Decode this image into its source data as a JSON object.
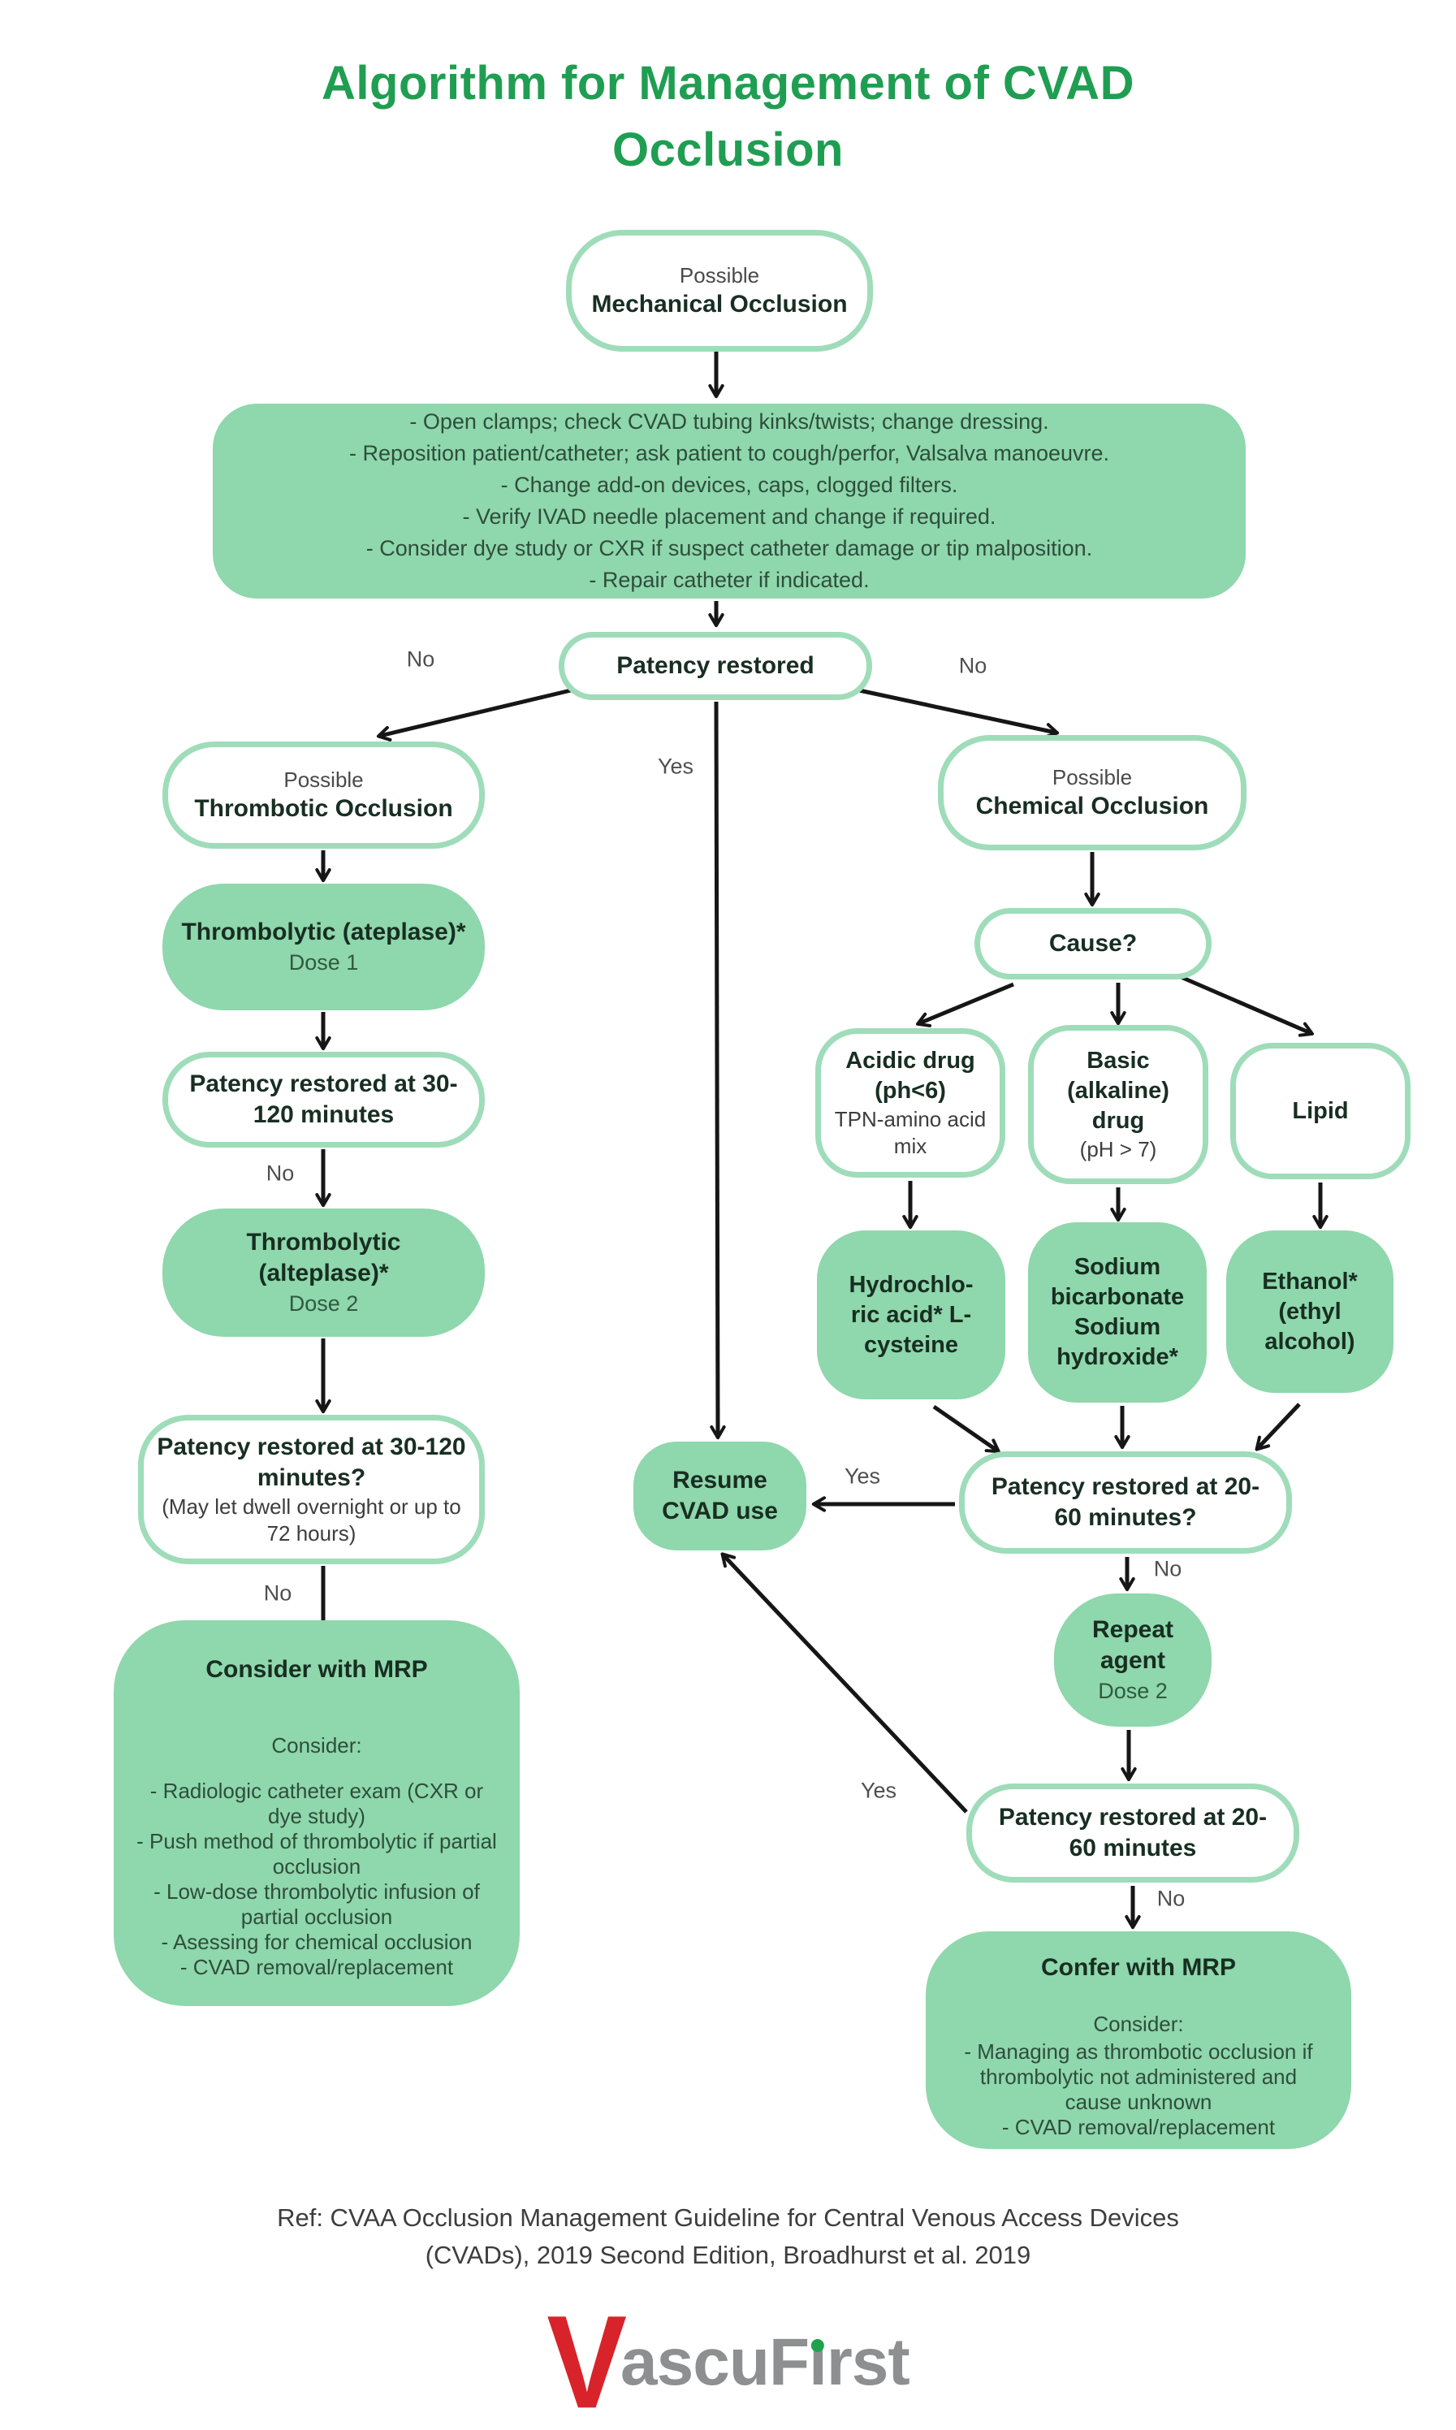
{
  "title": "Algorithm for Management of CVAD Occlusion",
  "labels": {
    "yes": "Yes",
    "no": "No"
  },
  "nodes": {
    "mechanical": {
      "pre": "Possible",
      "main": "Mechanical Occlusion"
    },
    "actions": {
      "items": [
        "- Open clamps; check CVAD tubing kinks/twists; change dressing.",
        "- Reposition patient/catheter; ask patient to cough/perfor, Valsalva manoeuvre.",
        "- Change add-on devices, caps, clogged filters.",
        "- Verify IVAD needle placement and change if required.",
        "- Consider dye study or CXR if suspect catheter damage or tip malposition.",
        "- Repair catheter if indicated."
      ]
    },
    "patency_restored": {
      "main": "Patency restored"
    },
    "thrombotic": {
      "pre": "Possible",
      "main": "Thrombotic Occlusion"
    },
    "chemical": {
      "pre": "Possible",
      "main": "Chemical Occlusion"
    },
    "thrombolytic_dose1": {
      "main": "Thrombolytic (ateplase)*",
      "sub": "Dose 1"
    },
    "patency_30_120": {
      "main": "Patency restored at 30-120 minutes"
    },
    "thrombolytic_dose2": {
      "main": "Thrombolytic (alteplase)*",
      "sub": "Dose 2"
    },
    "patency_30_120_q": {
      "main": "Patency restored at 30-120 minutes?",
      "sub": "(May let dwell overnight or up to 72 hours)"
    },
    "consider_mrp": {
      "title": "Consider with MRP",
      "intro": "Consider:",
      "items": [
        "- Radiologic catheter exam (CXR or dye study)",
        "- Push method of thrombolytic if partial occlusion",
        "- Low-dose thrombolytic infusion of partial occlusion",
        "- Asessing for chemical occlusion",
        "- CVAD removal/replacement"
      ]
    },
    "cause": {
      "main": "Cause?"
    },
    "acidic": {
      "main": "Acidic drug (ph<6)",
      "sub": "TPN-amino acid mix"
    },
    "basic": {
      "lines": [
        "Basic",
        "(alkaline)",
        "drug"
      ],
      "sub": "(pH > 7)"
    },
    "lipid": {
      "main": "Lipid"
    },
    "hydrochloric": {
      "lines": [
        "Hydrochlo-",
        "ric acid* L-",
        "cysteine"
      ]
    },
    "sodium_bicarb": {
      "lines": [
        "Sodium",
        "bicarbonate",
        "Sodium",
        "hydroxide*"
      ]
    },
    "ethanol": {
      "lines": [
        "Ethanol*",
        "(ethyl",
        "alcohol)"
      ]
    },
    "resume": {
      "main": "Resume CVAD use"
    },
    "patency_20_60_q": {
      "main": "Patency restored at 20-60 minutes?"
    },
    "repeat_agent": {
      "main": "Repeat agent",
      "sub": "Dose 2"
    },
    "patency_20_60": {
      "main": "Patency restored at 20-60 minutes"
    },
    "confer_mrp": {
      "title": "Confer with MRP",
      "intro": "Consider:",
      "items": [
        "- Managing as thrombotic occlusion if thrombolytic not administered and cause unknown",
        "- CVAD removal/replacement"
      ]
    }
  },
  "footer": {
    "reference": "Ref: CVAA Occlusion Management Guideline for Central Venous Access Devices (CVADs), 2019 Second Edition, Broadhurst et al. 2019"
  },
  "logo": {
    "v": "V",
    "ascu": "ascu",
    "f": "F",
    "i": "ı",
    "rst": "rst"
  },
  "colors": {
    "green_fill": "#8fd7ac",
    "green_border": "#9fdcba",
    "title_green": "#1f9e52",
    "heading_dark": "#182e22",
    "body_green_dark": "#2e4e3c",
    "label_gray": "#4f4f4f",
    "arrow": "#161616",
    "logo_red": "#d8232a",
    "logo_gray": "#8d8f90",
    "logo_dot_green": "#1fa24d"
  }
}
